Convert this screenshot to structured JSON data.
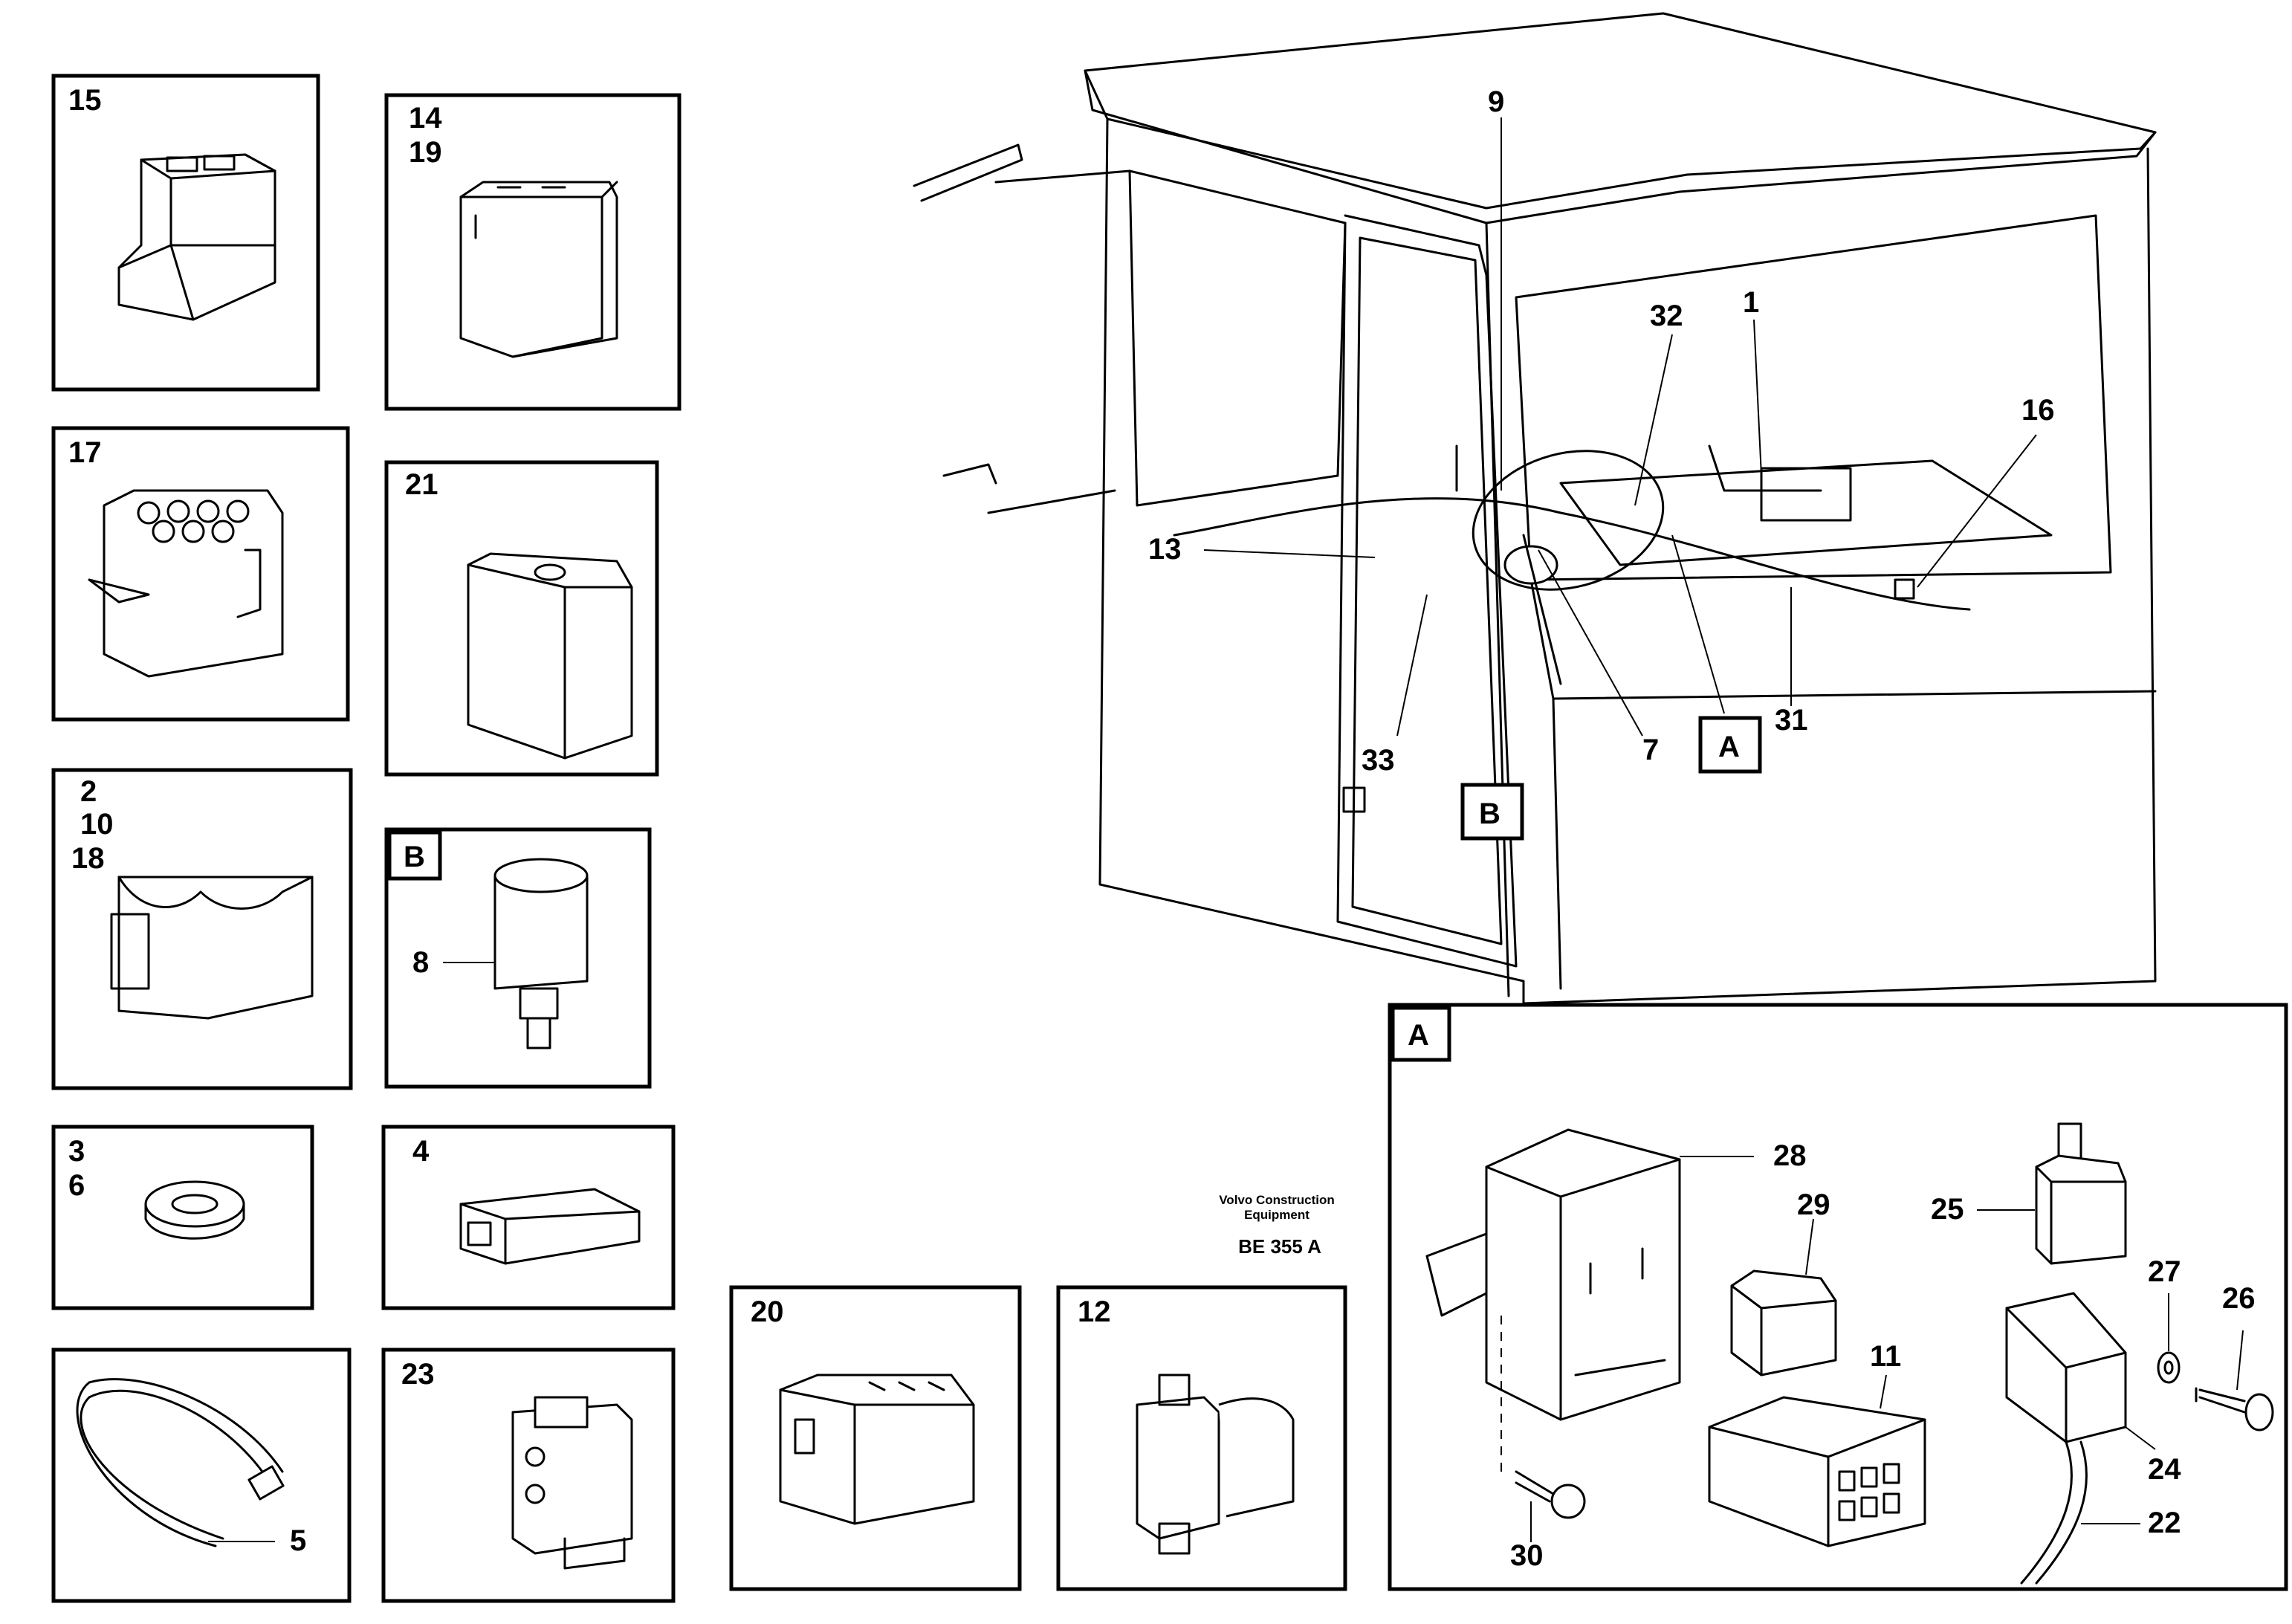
{
  "meta": {
    "ref_code": "BE 355 A",
    "brand_line1": "Volvo Construction",
    "brand_line2": "Equipment"
  },
  "boxes": {
    "b15": [
      "15"
    ],
    "b14": [
      "14",
      "19"
    ],
    "b17": [
      "17"
    ],
    "b21": [
      "21"
    ],
    "b2": [
      "2",
      "10",
      "18"
    ],
    "bB": {
      "title": "B",
      "part": "8"
    },
    "b3": [
      "3",
      "6"
    ],
    "b4": [
      "4"
    ],
    "b5": {
      "part": "5"
    },
    "b23": [
      "23"
    ],
    "b20": [
      "20"
    ],
    "b12": [
      "12"
    ]
  },
  "main_labels": {
    "l9": "9",
    "l32": "32",
    "l1": "1",
    "l16": "16",
    "l13": "13",
    "l33": "33",
    "l7": "7",
    "l31": "31",
    "calloutA": "A",
    "calloutB": "B"
  },
  "detailA": {
    "title": "A",
    "parts": {
      "p28": "28",
      "p29": "29",
      "p25": "25",
      "p27": "27",
      "p26": "26",
      "p11": "11",
      "p24": "24",
      "p22": "22",
      "p30": "30"
    }
  }
}
